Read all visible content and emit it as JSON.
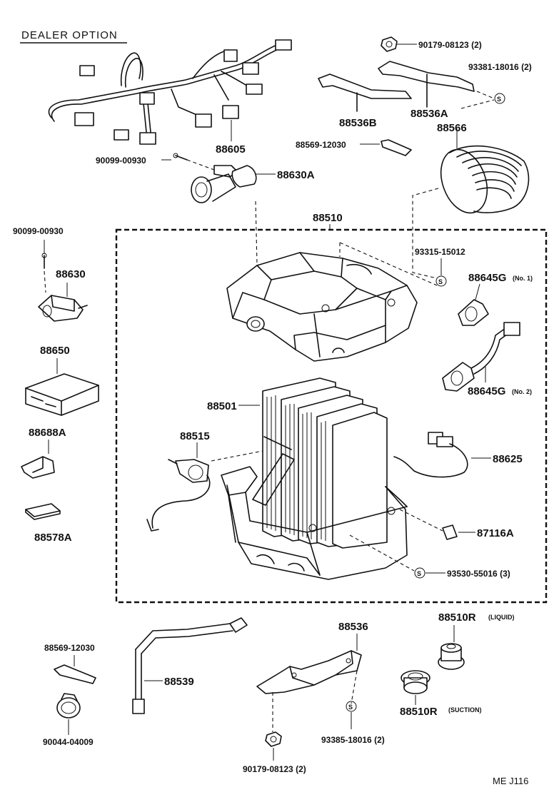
{
  "header": {
    "title": "DEALER OPTION"
  },
  "footer": {
    "code": "ME  J116"
  },
  "parts": {
    "p90179_top": "90179-08123 (2)",
    "p93381": "93381-18016 (2)",
    "p88536B": "88536B",
    "p88536A": "88536A",
    "p88566": "88566",
    "p88569_top": "88569-12030",
    "p88605": "88605",
    "p90099_a": "90099-00930",
    "p88630A": "88630A",
    "p88510": "88510",
    "p90099_b": "90099-00930",
    "p93315": "93315-15012",
    "p88630": "88630",
    "p88645G_1": "88645G",
    "p88645G_1_note": "(No. 1)",
    "p88650": "88650",
    "p88645G_2": "88645G",
    "p88645G_2_note": "(No. 2)",
    "p88501": "88501",
    "p88688A": "88688A",
    "p88515": "88515",
    "p88625": "88625",
    "p88578A": "88578A",
    "p87116A": "87116A",
    "p93530": "93530-55016 (3)",
    "p88510R_liq": "88510R",
    "p88510R_liq_note": "(LIQUID)",
    "p88536": "88536",
    "p88569_bot": "88569-12030",
    "p88539": "88539",
    "p88510R_suc": "88510R",
    "p88510R_suc_note": "(SUCTION)",
    "p93385": "93385-18016 (2)",
    "p90044": "90044-04009",
    "p90179_bot": "90179-08123 (2)"
  },
  "symbols": {
    "s_mark": "S"
  }
}
